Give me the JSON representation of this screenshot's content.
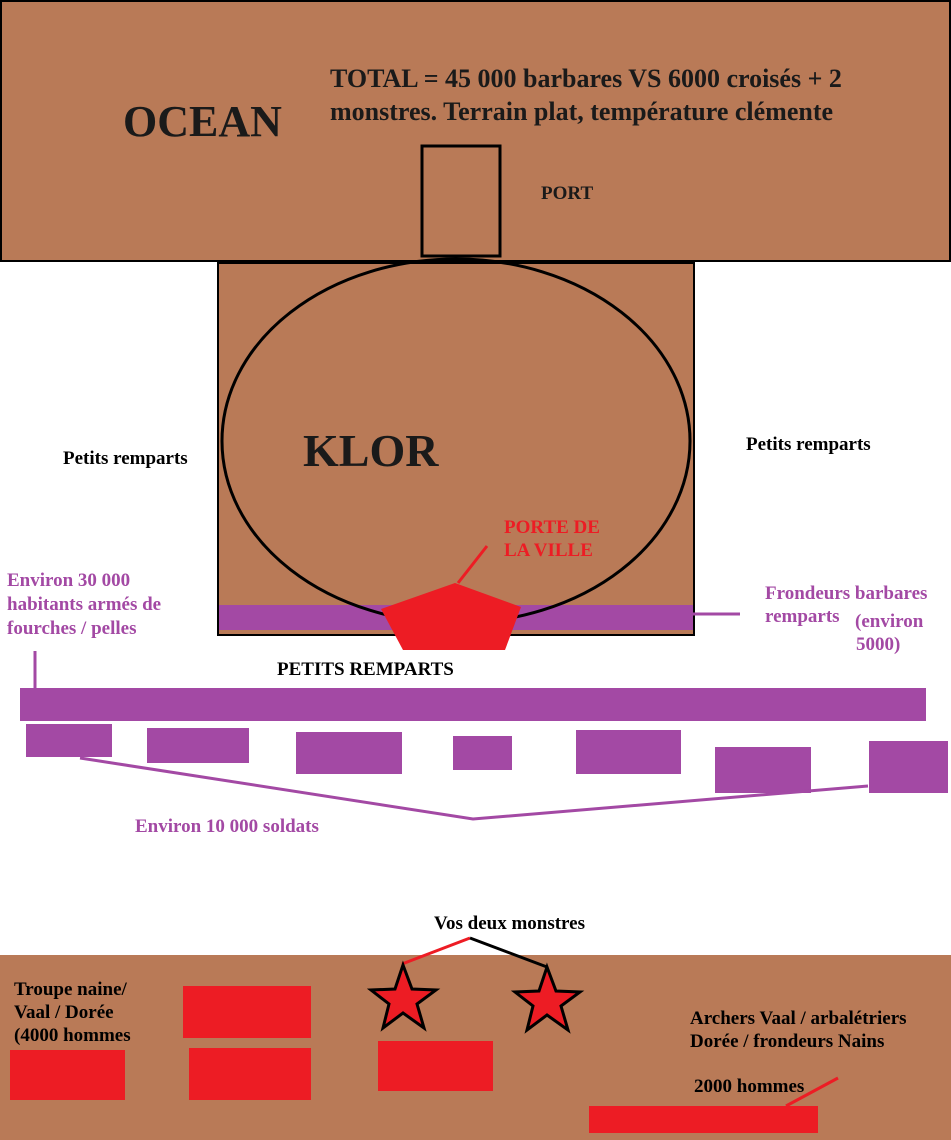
{
  "colors": {
    "terrain": "#b97a57",
    "barbarians": "#a349a4",
    "crusaders": "#ed1c24",
    "outline": "#000000",
    "background": "#ffffff"
  },
  "ocean": {
    "label": "OCEAN",
    "total_line1": "TOTAL = 45 000 barbares VS 6000 croisés + 2",
    "total_line2": "monstres. Terrain plat, température clémente",
    "port_label": "PORT"
  },
  "city": {
    "label": "KLOR",
    "gate_line1": "PORTE DE",
    "gate_line2": "LA VILLE",
    "ramparts_left": "Petits remparts",
    "ramparts_right": "Petits remparts"
  },
  "barbarians": {
    "citizens_line1": "Environ 30 000",
    "citizens_line2": "habitants armés de",
    "citizens_line3": "fourches / pelles",
    "slingers_line1": "Frondeurs barbares",
    "slingers_line2": "remparts",
    "slingers_count_line1": "(environ",
    "slingers_count_line2": "5000)",
    "outer_ramparts": "PETITS REMPARTS",
    "soldiers": "Environ 10 000 soldats"
  },
  "crusaders": {
    "monsters_label": "Vos deux monstres",
    "dwarf_line1": "Troupe naine/",
    "dwarf_line2": "Vaal / Dorée",
    "dwarf_line3": "(4000 hommes",
    "archers_line1": "Archers Vaal / arbalétriers",
    "archers_line2": "Dorée / frondeurs Nains",
    "archers_count": "2000 hommes"
  }
}
